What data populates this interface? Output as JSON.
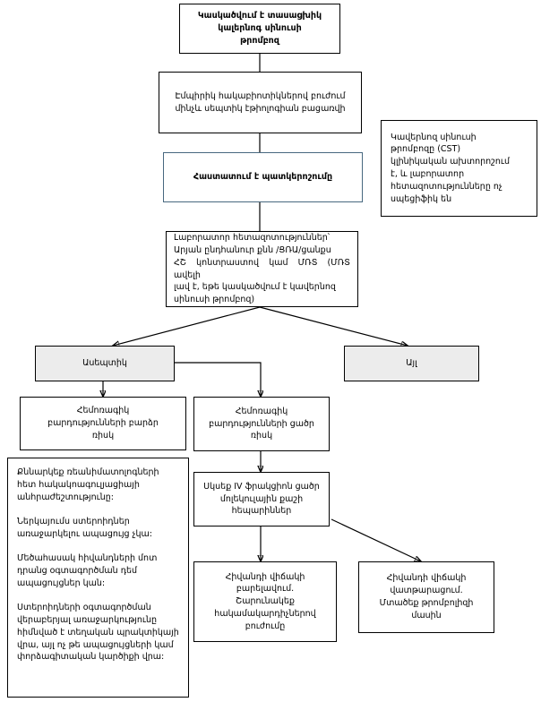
{
  "diagram": {
    "title_node": {
      "text": "Կասկածվում է տասացխիկ\nկալերնոգ սինուսի\nթրոմբոզ"
    },
    "empiric_node": {
      "text": "Էմպիրիկ հակաբիոտիկներով բուժում\nմինչև սեպտիկ էթիոլոգիան բացառվի"
    },
    "confirm_node": {
      "text": "Հաստատում է պատկերոշումը"
    },
    "cst_note_node": {
      "text": "Կավերնոզ սինուսի\nթրոմբոզը (CST)\nկլինիկական ախտորոշում\nէ, և լաբորատոր\nհետազոտությունները ոչ\nսպեցիֆիկ են"
    },
    "labs_node": {
      "text": "Լաբորատոր          հետազոտություններ՝\nԱրյան ընդհանուր քնն /ՑՌԱ/ցանքս\nՀՇ կոնտրաստով  կամ ՄՌՏ (ՄՌՏ ավելի\nլավ է, եթե կասկածվում է կավերնոզ\nսինուսի թրոմբոզ)"
    },
    "aseptic_node": {
      "text": "Ասեպտիկ"
    },
    "other_node": {
      "text": "Այլ"
    },
    "high_risk_node": {
      "text": "Հեմոռագիկ\nբարդությունների բարձր\nռիսկ"
    },
    "low_risk_node": {
      "text": "Հեմոռագիկ\nբարդությունների ցածր\nռիսկ"
    },
    "heparin_node": {
      "text": "Սկսեք IV ֆրակցիոն ցածր\nմոլեկուլային քաշի\nհեպարիններ"
    },
    "improve_node": {
      "text": "Հիվանդի վիճակի\nբարելավում.\nՇարունակեք\nհակամակարդիչներով\nբուժումը"
    },
    "worsen_node": {
      "text": "Հիվանդի վիճակի\nվատթարացում.\nՄտածեք թրոմբոլիզի\nմասին"
    },
    "notes_node": {
      "text": "Քննարկեք ռեանիմատոլոգների\nհետ հակակոագուլյացիայի\nանհրաժեշտությունը:\n\nՆերկայումս ստերոիդներ\nառաջարկելու ապացույց չկա:\n\nՄեծահասակ հիվանդների մոտ\nդրանց օգտագործման դեմ\nապացույցներ կան:\n\nՍտերոիդների օգտագործման\nվերաբերյալ առաջարկությունը\nհիմնված է տեղական պրակտիկայի\nվրա, այլ ոչ թե ապացույցների կամ\nփորձագիտական կարծիքի վրա:"
    },
    "colors": {
      "border": "#000000",
      "accent_border": "#47687f",
      "shaded_fill": "#ececec",
      "page_bg": "#ffffff"
    }
  }
}
